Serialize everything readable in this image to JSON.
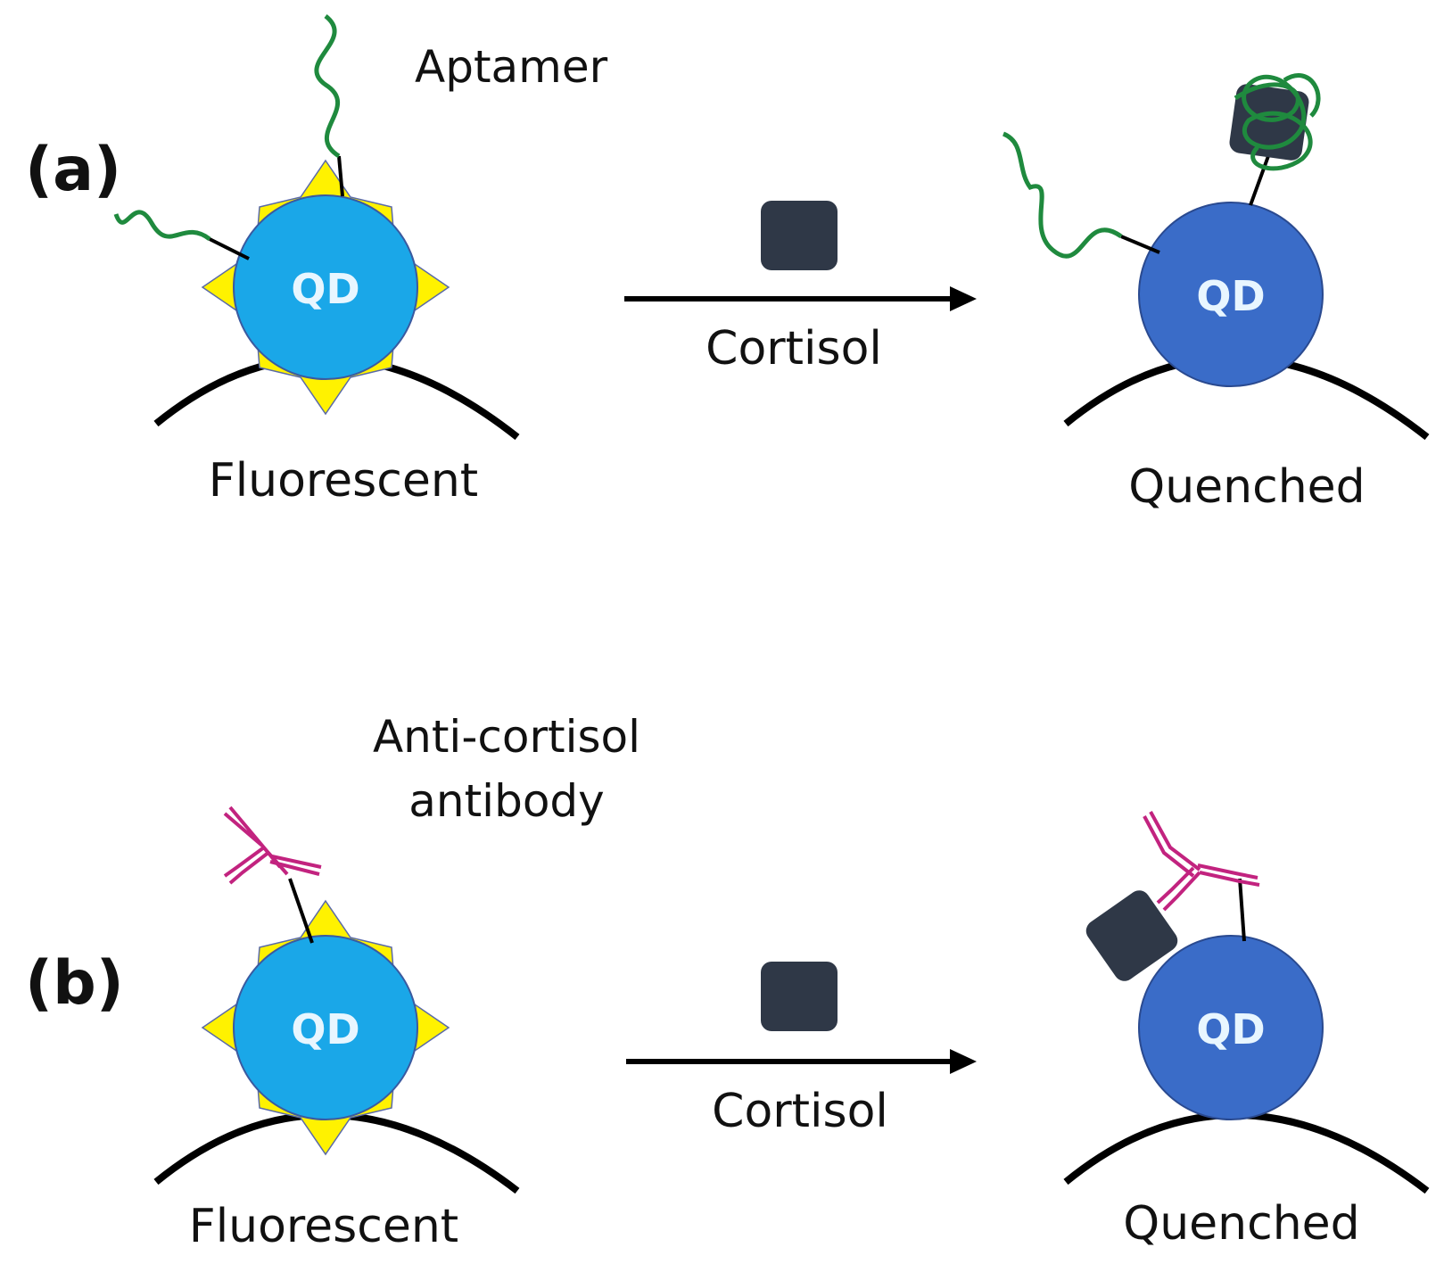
{
  "panels": {
    "a": {
      "label": "(a)",
      "probe_label": "Aptamer",
      "arrow_label": "Cortisol",
      "left_state": "Fluorescent",
      "right_state": "Quenched",
      "qd_left": "QD",
      "qd_right": "QD"
    },
    "b": {
      "label": "(b)",
      "probe_label_line1": "Anti-cortisol",
      "probe_label_line2": "antibody",
      "arrow_label": "Cortisol",
      "left_state": "Fluorescent",
      "right_state": "Quenched",
      "qd_left": "QD",
      "qd_right": "QD"
    }
  },
  "colors": {
    "qd_fluorescent": "#1aa7e8",
    "qd_quenched": "#3a6cc8",
    "glow": "#fff200",
    "aptamer": "#1f8a3e",
    "antibody": "#c2237f",
    "cortisol": "#2f3847",
    "line": "#000000"
  }
}
